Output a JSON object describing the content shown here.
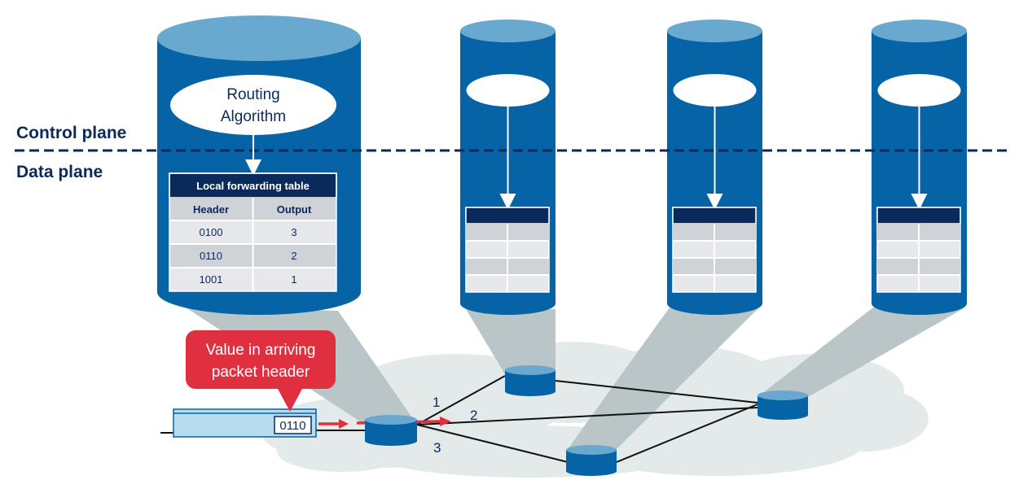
{
  "planes": {
    "control_label": "Control plane",
    "data_label": "Data plane"
  },
  "router_main": {
    "algorithm_line1": "Routing",
    "algorithm_line2": "Algorithm",
    "table": {
      "title": "Local forwarding table",
      "headers": [
        "Header",
        "Output"
      ],
      "rows": [
        [
          "0100",
          "3"
        ],
        [
          "0110",
          "2"
        ],
        [
          "1001",
          "1"
        ]
      ]
    }
  },
  "callout": {
    "line1": "Value in arriving",
    "line2": "packet header"
  },
  "packet": {
    "header_value": "0110"
  },
  "ports": {
    "p1": "1",
    "p2": "2",
    "p3": "3"
  },
  "colors": {
    "cylinder": "#0563a6",
    "cylinder_top": "#6aa9cf",
    "table_header": "#0a2a5c",
    "red": "#e03040",
    "cloud": "#e4eaea",
    "beam": "#b9c5c6",
    "text_dark": "#0a2a5c"
  }
}
